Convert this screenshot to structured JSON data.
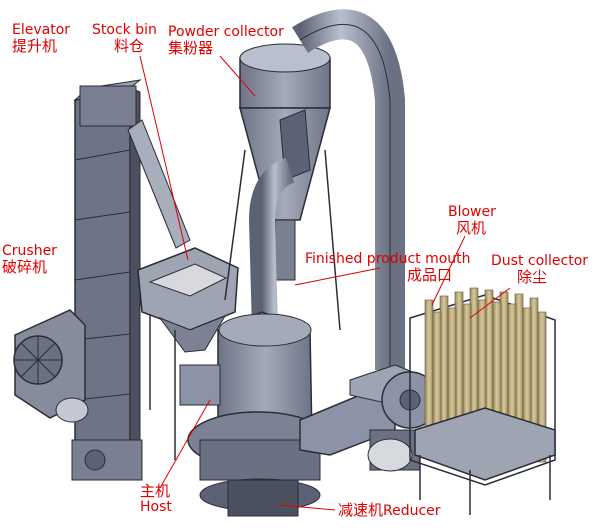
{
  "labels": {
    "elevator": {
      "en": "Elevator",
      "zh": "提升机"
    },
    "stock_bin": {
      "en": "Stock bin",
      "zh": "料仓"
    },
    "powder_collector": {
      "en": "Powder collector",
      "zh": "集粉器"
    },
    "crusher": {
      "en": "Crusher",
      "zh": "破碎机"
    },
    "blower": {
      "en": "Blower",
      "zh": "风机"
    },
    "finished_product": {
      "en": "Finished product mouth",
      "zh": "成品口"
    },
    "dust_collector": {
      "en": "Dust collector",
      "zh": "除尘"
    },
    "host": {
      "en": "Host",
      "zh": "主机"
    },
    "reducer": {
      "en": "Reducer",
      "zh": "减速机"
    }
  },
  "colors": {
    "label_text": "#e00000",
    "machine_body": "#8c93a6",
    "machine_dark": "#5c6273",
    "machine_light": "#b9bfcc",
    "outline": "#2a2d36",
    "filter_bags": "#c9b98a",
    "background": "#ffffff"
  }
}
